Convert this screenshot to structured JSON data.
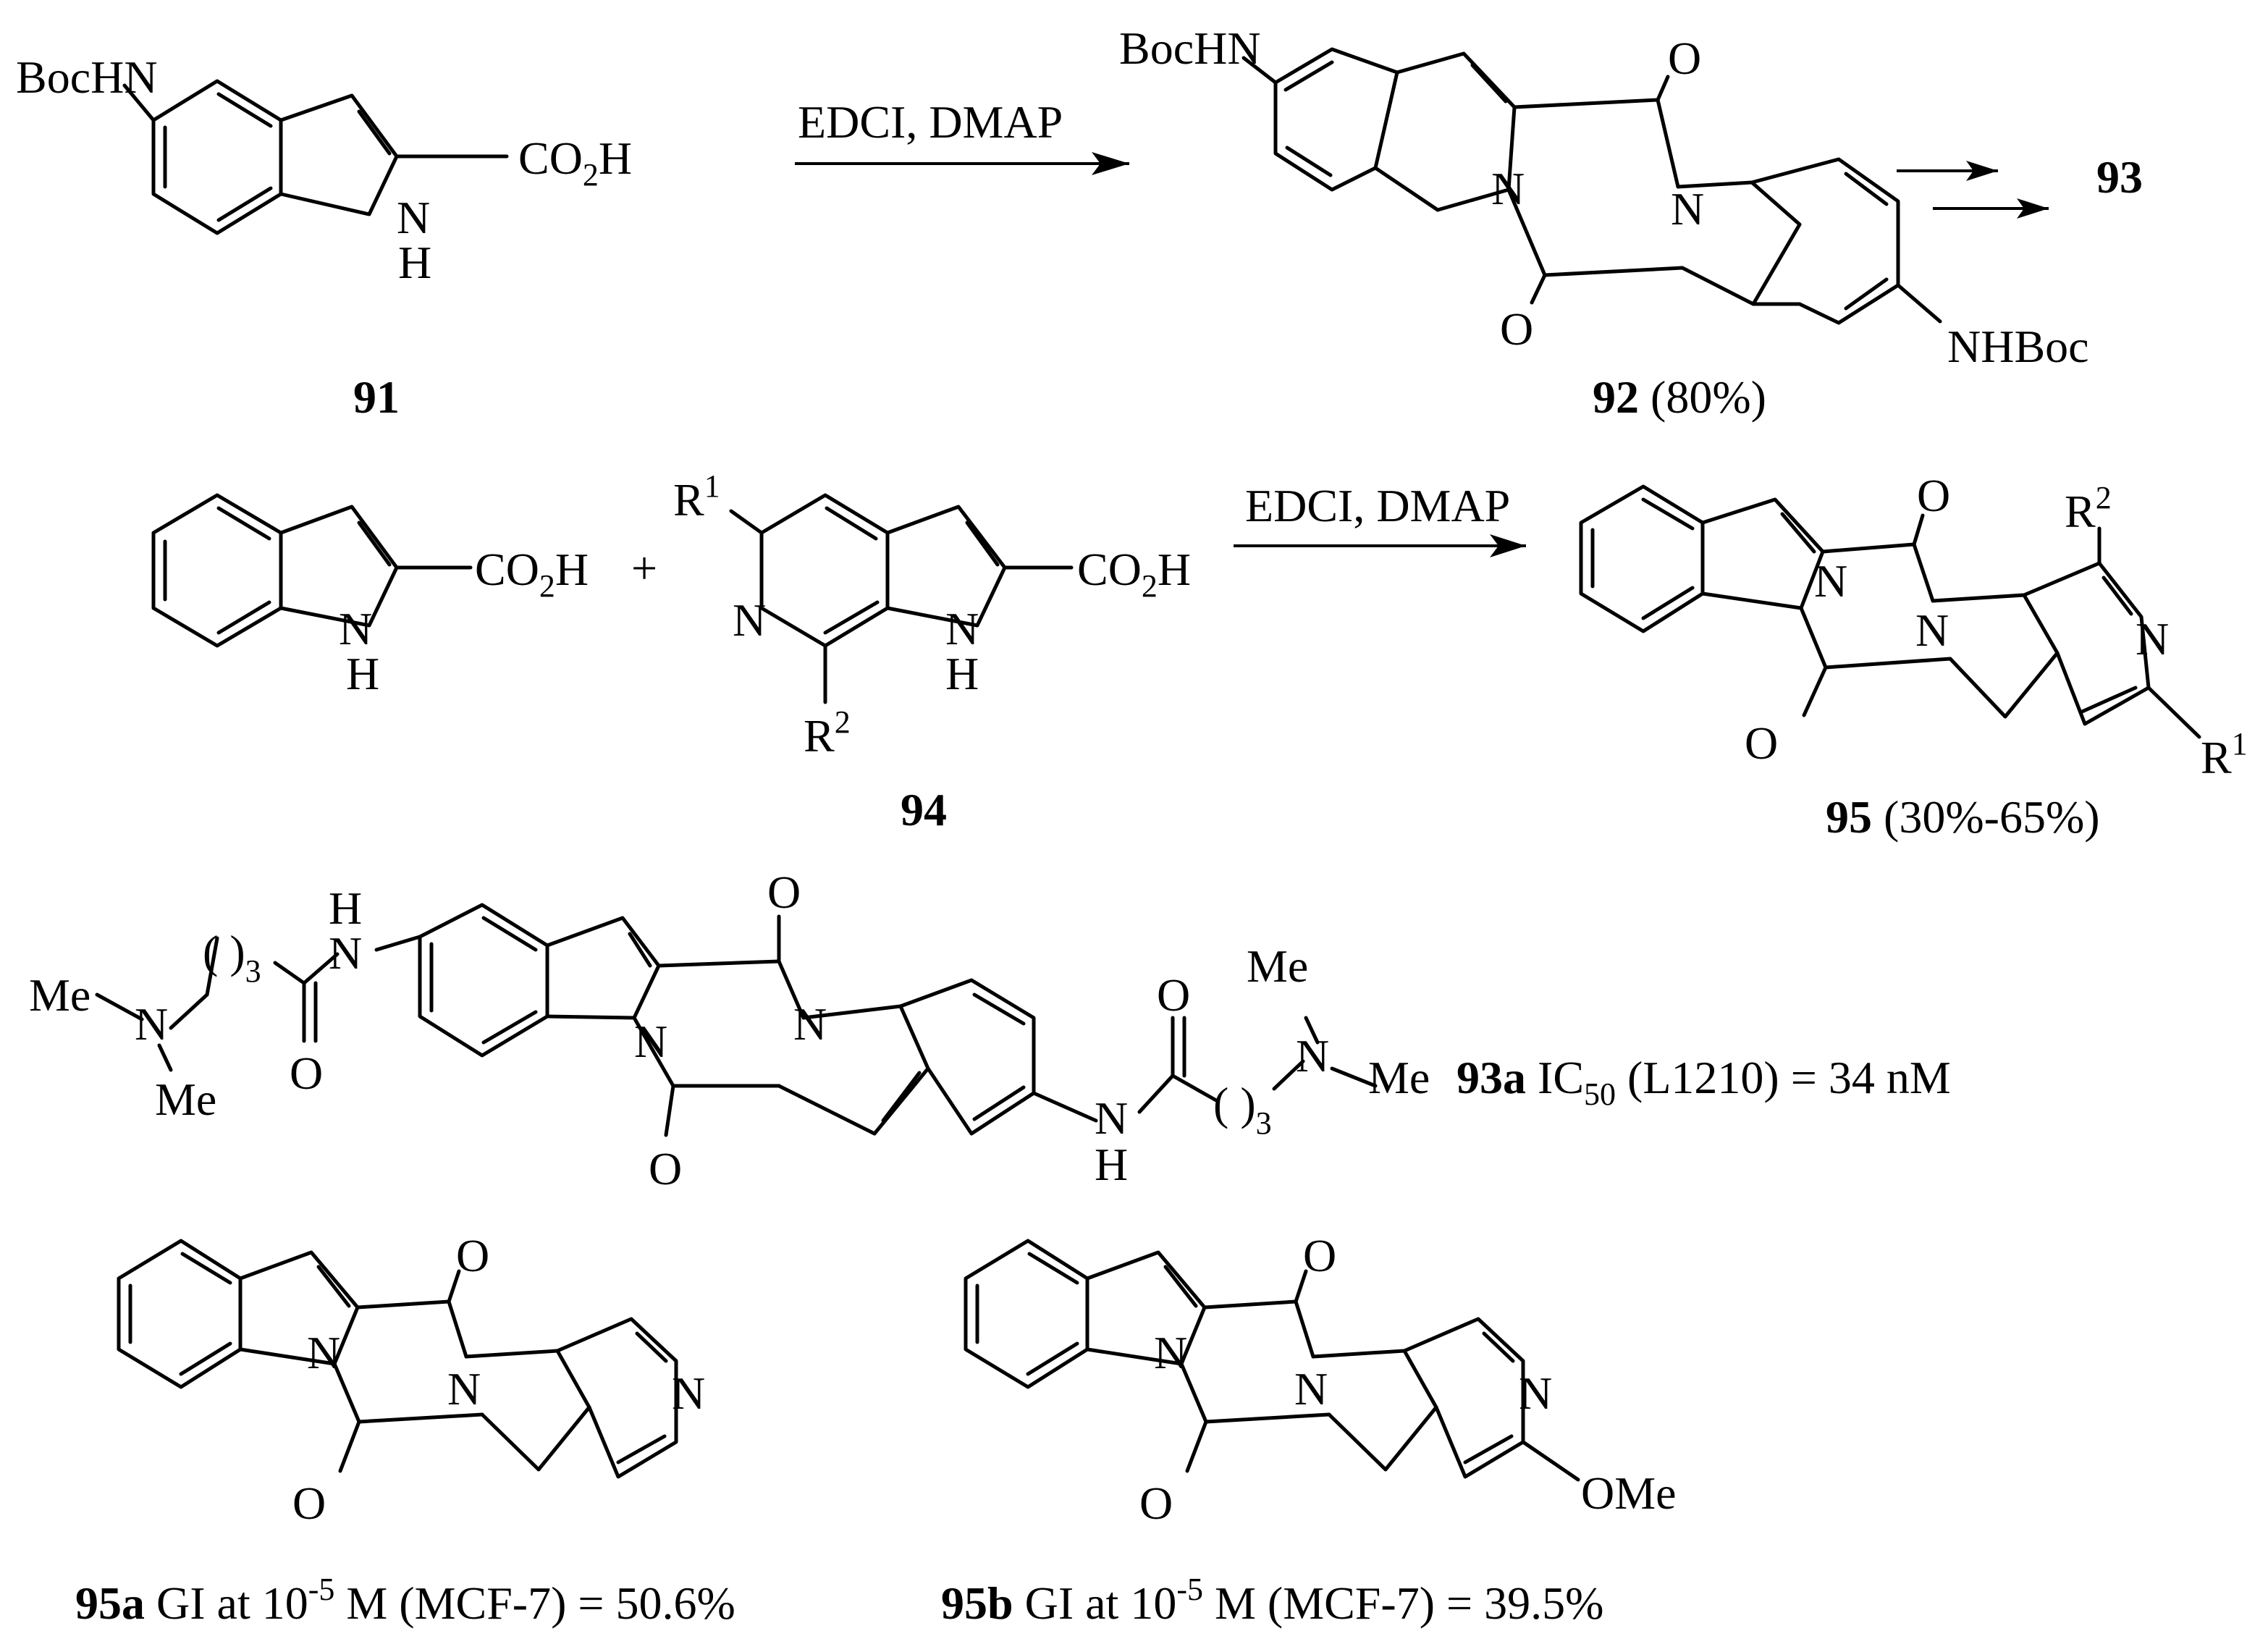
{
  "colors": {
    "ink": "#000000",
    "background": "#ffffff"
  },
  "row1": {
    "sm91": {
      "bochn": "BocHN",
      "co2h": "CO",
      "co2h_sub": "2",
      "co2h_end": "H",
      "nh_n": "N",
      "nh_h": "H",
      "label": "91"
    },
    "reagents": "EDCI, DMAP",
    "p92": {
      "bochn": "BocHN",
      "nhboc": "NHBoc",
      "o_top": "O",
      "o_bot": "O",
      "n_left": "N",
      "n_right": "N",
      "label": "92",
      "yield": "(80%)"
    },
    "target": "93"
  },
  "row2": {
    "indole": {
      "co2h": "CO",
      "co2h_sub": "2",
      "co2h_end": "H",
      "nh_n": "N",
      "nh_h": "H"
    },
    "plus": "+",
    "sm94": {
      "r1": "R",
      "r1_sup": "1",
      "r2": "R",
      "r2_sup": "2",
      "pyr_n": "N",
      "co2h": "CO",
      "co2h_sub": "2",
      "co2h_end": "H",
      "nh_n": "N",
      "nh_h": "H",
      "label": "94"
    },
    "reagents": "EDCI, DMAP",
    "p95": {
      "r1": "R",
      "r1_sup": "1",
      "r2": "R",
      "r2_sup": "2",
      "o_top": "O",
      "o_bot": "O",
      "n_left": "N",
      "n_right": "N",
      "pyr_n": "N",
      "label": "95",
      "yield": "(30%-65%)"
    }
  },
  "cmpd93a": {
    "me1": "Me",
    "me2": "Me",
    "me3": "Me",
    "me4": "Me",
    "n_amine_l": "N",
    "n_amine_r": "N",
    "chain_l": "( )",
    "chain_l_sub": "3",
    "chain_r": "( )",
    "chain_r_sub": "3",
    "nh_l_h": "H",
    "nh_l_n": "N",
    "nh_r_n": "N",
    "nh_r_h": "H",
    "o_amide_l": "O",
    "o_amide_r": "O",
    "o_top": "O",
    "o_bot": "O",
    "n_left": "N",
    "n_right": "N",
    "label": "93a",
    "activity_prefix": "IC",
    "activity_sub": "50",
    "activity_rest": " (L1210) = 34 nM"
  },
  "cmpd95a": {
    "o_top": "O",
    "o_bot": "O",
    "n_left": "N",
    "n_right": "N",
    "pyr_n": "N",
    "label": "95a",
    "activity_a": " GI at 10",
    "activity_exp": "-5",
    "activity_b": " M (MCF-7) = 50.6%"
  },
  "cmpd95b": {
    "o_top": "O",
    "o_bot": "O",
    "n_left": "N",
    "n_right": "N",
    "pyr_n": "N",
    "ome": "OMe",
    "label": "95b",
    "activity_a": " GI at 10",
    "activity_exp": "-5",
    "activity_b": " M (MCF-7) = 39.5%"
  }
}
